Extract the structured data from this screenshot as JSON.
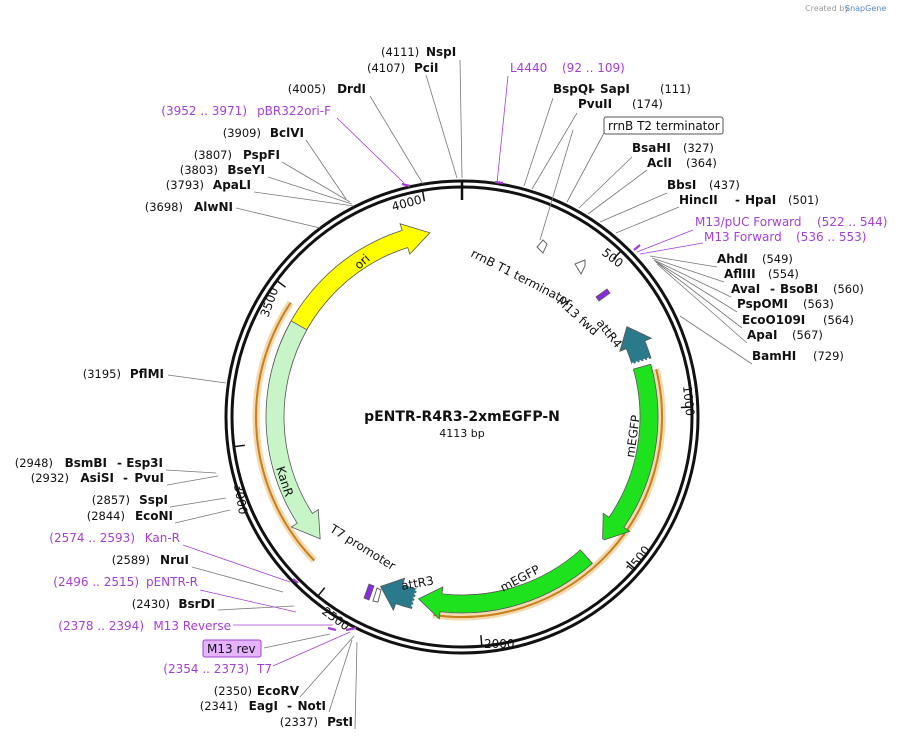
{
  "watermark": {
    "prefix": "Created by",
    "app": "SnapGene"
  },
  "plasmid": {
    "name": "pENTR-R4R3-2xmEGFP-N",
    "length_text": "4113 bp",
    "length": 4113
  },
  "ticks": [
    "500",
    "1000",
    "1500",
    "2000",
    "2500",
    "3000",
    "3500",
    "4000"
  ],
  "colors": {
    "backbone": "#111111",
    "ori": "#ffff00",
    "mEGFP": "#1ee21e",
    "KanR": "#c8f5c8",
    "att": "#2b7a8c",
    "primer": "#a43fd6",
    "orange_band": "#e8a54a"
  },
  "features": [
    {
      "id": "ori",
      "label": "ori",
      "start": 3260,
      "end": 4000,
      "color": "#ffff00"
    },
    {
      "id": "mEGFP1",
      "label": "mEGFP",
      "start": 850,
      "end": 1500,
      "color": "#1ee21e"
    },
    {
      "id": "mEGFP2",
      "label": "mEGFP",
      "start": 1580,
      "end": 2210,
      "color": "#1ee21e"
    },
    {
      "id": "KanR",
      "label": "KanR",
      "start": 2620,
      "end": 3420,
      "color": "#c8f5c8"
    },
    {
      "id": "attR4",
      "label": "attR4",
      "start": 700,
      "end": 830,
      "color": "#2b7a8c"
    },
    {
      "id": "attR3",
      "label": "attR3",
      "start": 2225,
      "end": 2350,
      "color": "#2b7a8c"
    }
  ],
  "feature_labels": {
    "rrnB_T1": "rrnB T1 terminator",
    "M13_fwd": "M13 fwd",
    "T7_promoter": "T7 promoter",
    "rrnB_T2": "rrnB T2 terminator",
    "M13_rev": "M13 rev"
  },
  "sites_right": [
    {
      "name": "NspI",
      "pos": "(4111)"
    },
    {
      "name": "PciI",
      "pos": "(4107)"
    },
    {
      "name": "BspQI",
      "name2": "SapI",
      "pos": "(111)"
    },
    {
      "name": "PvuII",
      "pos": "(174)"
    },
    {
      "name": "BsaHI",
      "pos": "(327)"
    },
    {
      "name": "AclI",
      "pos": "(364)"
    },
    {
      "name": "BbsI",
      "pos": "(437)"
    },
    {
      "name": "HincII",
      "name2": "HpaI",
      "pos": "(501)"
    },
    {
      "name": "AhdI",
      "pos": "(549)"
    },
    {
      "name": "AflIII",
      "pos": "(554)"
    },
    {
      "name": "AvaI",
      "name2": "BsoBI",
      "pos": "(560)"
    },
    {
      "name": "PspOMI",
      "pos": "(563)"
    },
    {
      "name": "EcoO109I",
      "pos": "(564)"
    },
    {
      "name": "ApaI",
      "pos": "(567)"
    },
    {
      "name": "BamHI",
      "pos": "(729)"
    }
  ],
  "sites_left": [
    {
      "name": "DrdI",
      "pos": "(4005)"
    },
    {
      "name": "BclVI",
      "pos": "(3909)"
    },
    {
      "name": "PspFI",
      "pos": "(3807)"
    },
    {
      "name": "BseYI",
      "pos": "(3803)"
    },
    {
      "name": "ApaLI",
      "pos": "(3793)"
    },
    {
      "name": "AlwNI",
      "pos": "(3698)"
    },
    {
      "name": "PflMI",
      "pos": "(3195)"
    },
    {
      "name": "BsmBI",
      "name2": "Esp3I",
      "pos": "(2948)"
    },
    {
      "name": "AsiSI",
      "name2": "PvuI",
      "pos": "(2932)"
    },
    {
      "name": "SspI",
      "pos": "(2857)"
    },
    {
      "name": "EcoNI",
      "pos": "(2844)"
    },
    {
      "name": "NruI",
      "pos": "(2589)"
    },
    {
      "name": "BsrDI",
      "pos": "(2430)"
    },
    {
      "name": "EcoRV",
      "pos": "(2350)"
    },
    {
      "name": "EagI",
      "name2": "NotI",
      "pos": "(2341)"
    },
    {
      "name": "PstI",
      "pos": "(2337)"
    }
  ],
  "primers": [
    {
      "name": "L4440",
      "range": "(92 .. 109)"
    },
    {
      "name": "M13/pUC Forward",
      "range": "(522 .. 544)"
    },
    {
      "name": "M13 Forward",
      "range": "(536 .. 553)"
    },
    {
      "name": "pBR322ori-F",
      "range": "(3952 .. 3971)"
    },
    {
      "name": "Kan-R",
      "range": "(2574 .. 2593)"
    },
    {
      "name": "pENTR-R",
      "range": "(2496 .. 2515)"
    },
    {
      "name": "M13 Reverse",
      "range": "(2378 .. 2394)"
    },
    {
      "name": "T7",
      "range": "(2354 .. 2373)"
    }
  ]
}
